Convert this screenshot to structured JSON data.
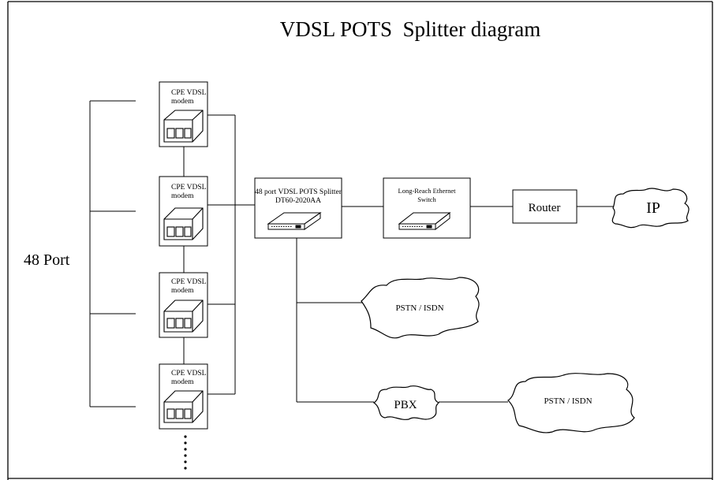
{
  "title": "VDSL POTS  Splitter diagram",
  "port_label": "48 Port",
  "cpe_modems": [
    {
      "line1": "CPE VDSL",
      "line2": "modem"
    },
    {
      "line1": "CPE VDSL",
      "line2": "modem"
    },
    {
      "line1": "CPE VDSL",
      "line2": "modem"
    },
    {
      "line1": "CPE VDSL",
      "line2": "modem"
    }
  ],
  "splitter": {
    "line1": "48 port VDSL POTS Splitter",
    "line2": "DT60-2020AA"
  },
  "switch": {
    "line1": "Long-Reach Ethernet",
    "line2": "Switch"
  },
  "router": {
    "label": "Router"
  },
  "ip_cloud": {
    "label": "IP"
  },
  "pstn_cloud_1": {
    "label": "PSTN / ISDN"
  },
  "pbx_cloud": {
    "label": "PBX"
  },
  "pstn_cloud_2": {
    "label": "PSTN / ISDN"
  }
}
